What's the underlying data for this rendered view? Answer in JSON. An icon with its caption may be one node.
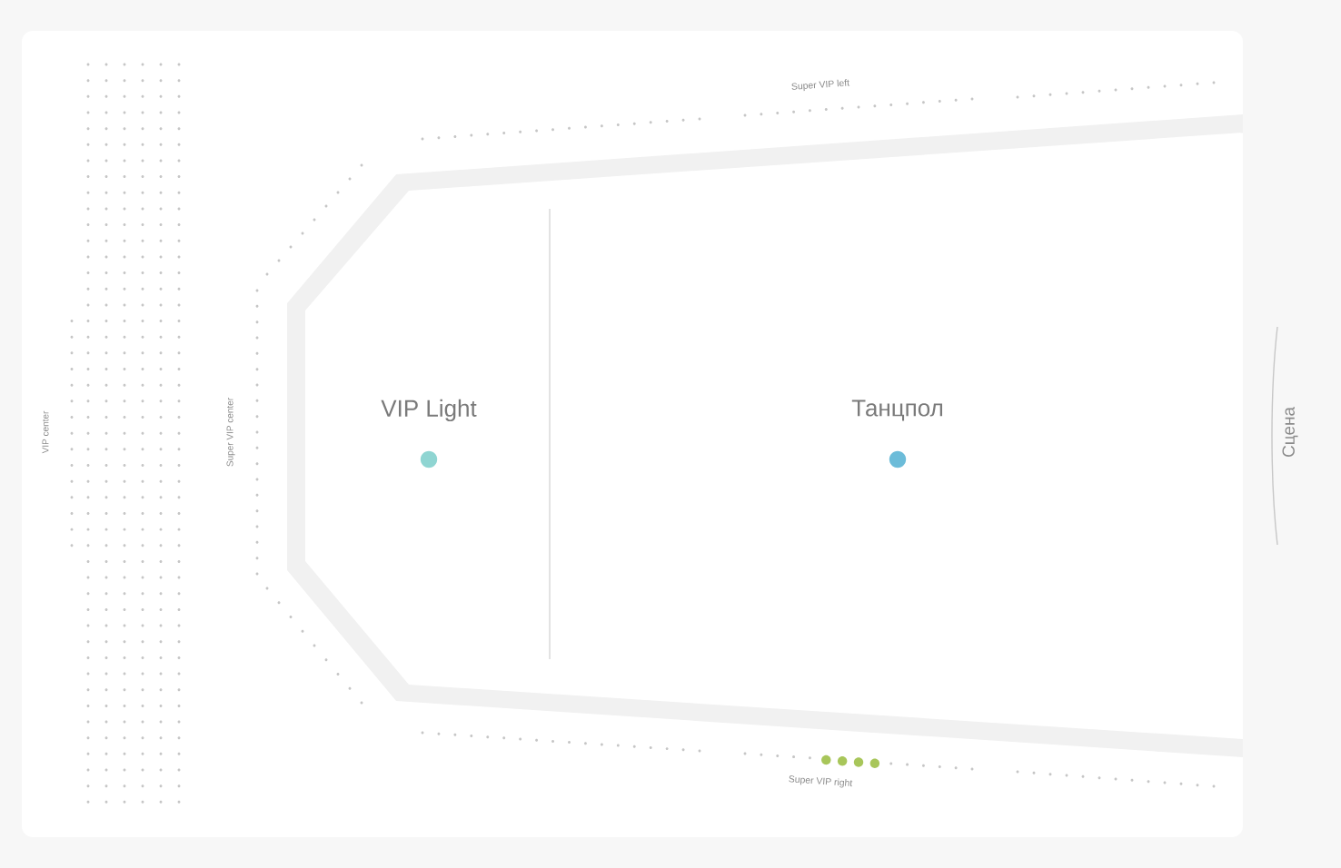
{
  "diagram": {
    "nodes": [
      {
        "text": [],
        "shape": "box"
      },
      {
        "text": [
          "VIP Light"
        ],
        "in": 0
      },
      {
        "text": [
          "Танцпол"
        ],
        "in": 0
      }
    ],
    "labels": [
      "Super VIP left",
      "VIP center",
      "Super VIP center",
      "Сцена",
      "Super VIP right"
    ]
  }
}
